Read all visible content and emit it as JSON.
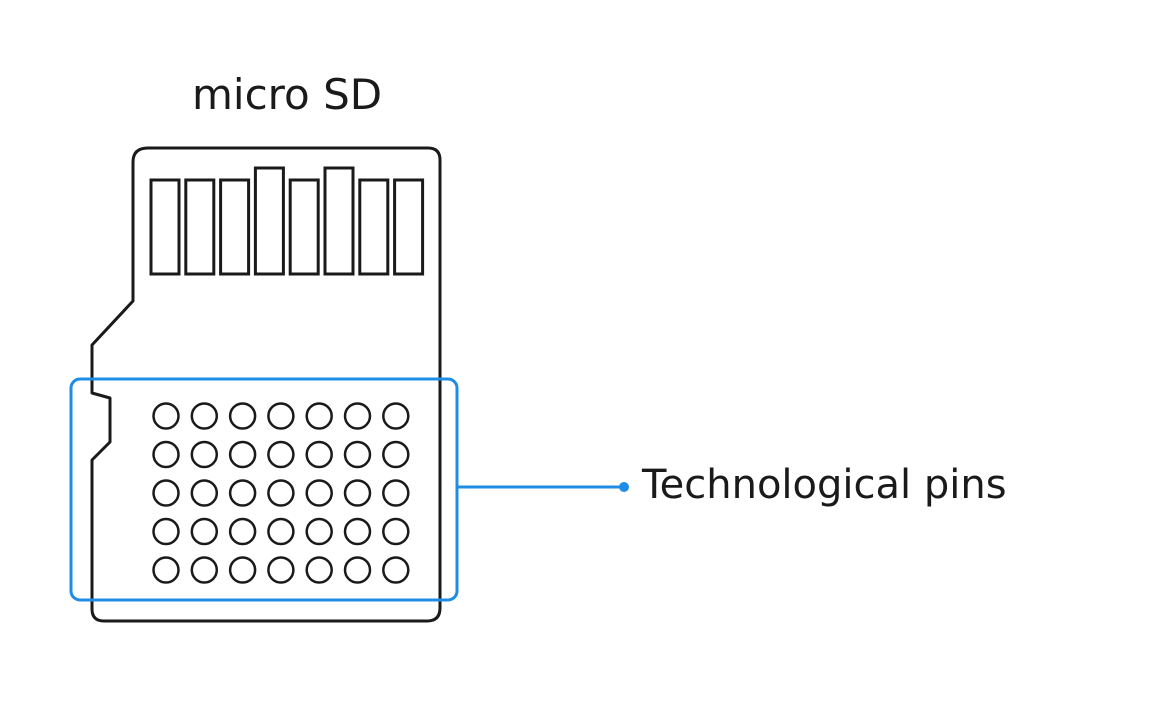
{
  "diagram": {
    "title": "micro SD",
    "callout_label": "Technological pins",
    "contact_count": 8,
    "pin_grid": {
      "rows": 5,
      "columns": 7
    },
    "colors": {
      "outline": "#1a1a1a",
      "highlight": "#1f8ce6",
      "background": "#ffffff"
    },
    "icons": {
      "card": "micro-sd-card-icon",
      "pin": "circle-pin-icon"
    }
  }
}
